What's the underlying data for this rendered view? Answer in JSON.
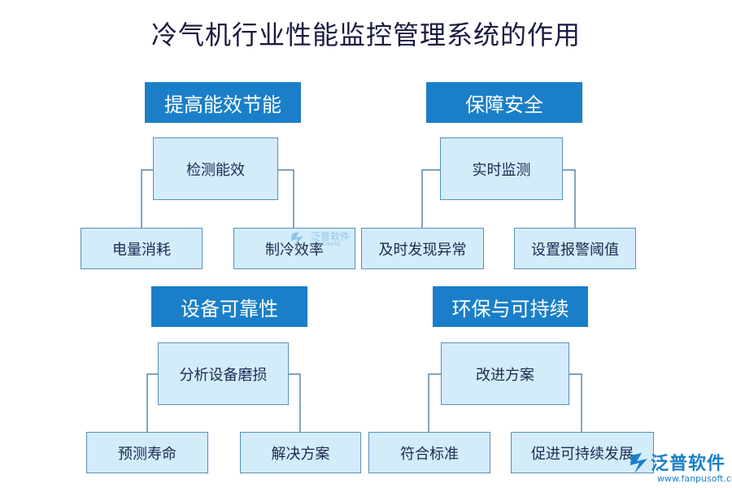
{
  "title": "冷气机行业性能监控管理系统的作用",
  "sections": [
    {
      "heading": "提高能效节能",
      "main": "检测能效",
      "left": "电量消耗",
      "right": "制冷效率"
    },
    {
      "heading": "保障安全",
      "main": "实时监测",
      "left": "及时发现异常",
      "right": "设置报警阈值"
    },
    {
      "heading": "设备可靠性",
      "main": "分析设备磨损",
      "left": "预测寿命",
      "right": "解决方案"
    },
    {
      "heading": "环保与可持续",
      "main": "改进方案",
      "left": "符合标准",
      "right": "促进可持续发展"
    }
  ],
  "watermark": {
    "name": "泛普软件",
    "sub": "SOFTWARE"
  },
  "logo": {
    "name": "泛普软件",
    "url": "www.fanpusoft.com"
  },
  "colors": {
    "heading_bg": "#1a7fc8",
    "node_bg": "#d2ecfa",
    "node_border": "#5a8fba",
    "line": "#3a6a92"
  }
}
